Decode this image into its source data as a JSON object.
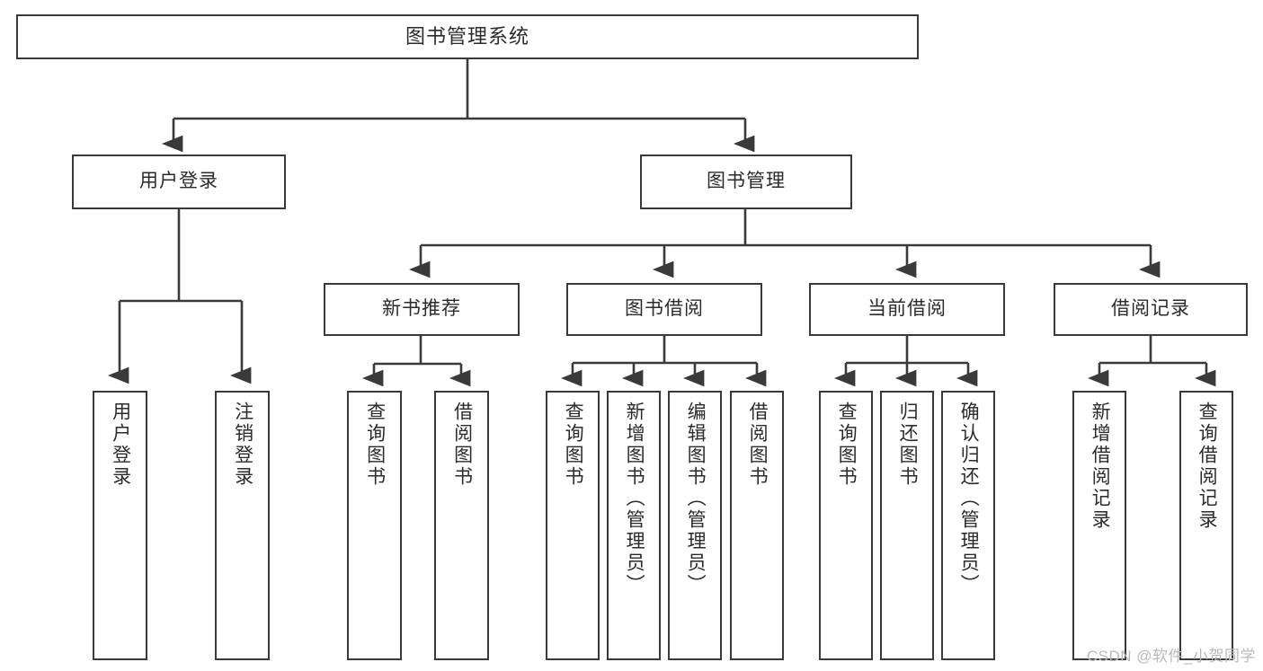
{
  "diagram": {
    "title": "图书管理系统",
    "type": "tree",
    "colors": {
      "box_border": "#3a3a3a",
      "box_fill": "#ffffff",
      "line": "#3a3a3a",
      "text": "#2b2b2b",
      "watermark": "#b9b9b9"
    },
    "root": {
      "label": "图书管理系统"
    },
    "level2": [
      {
        "label": "用户登录"
      },
      {
        "label": "图书管理"
      }
    ],
    "level3": [
      {
        "label": "新书推荐"
      },
      {
        "label": "图书借阅"
      },
      {
        "label": "当前借阅"
      },
      {
        "label": "借阅记录"
      }
    ],
    "leaves": {
      "user_login": [
        {
          "label": "用户登录"
        },
        {
          "label": "注销登录"
        }
      ],
      "new_book_recommend": [
        {
          "label": "查询图书"
        },
        {
          "label": "借阅图书"
        }
      ],
      "book_borrow": [
        {
          "label": "查询图书"
        },
        {
          "label": "新增图书（管理员）"
        },
        {
          "label": "编辑图书（管理员）"
        },
        {
          "label": "借阅图书"
        }
      ],
      "current_borrow": [
        {
          "label": "查询图书"
        },
        {
          "label": "归还图书"
        },
        {
          "label": "确认归还（管理员）"
        }
      ],
      "borrow_record": [
        {
          "label": "新增借阅记录"
        },
        {
          "label": "查询借阅记录"
        }
      ]
    },
    "watermark": "CSDN @软件_小贺同学"
  }
}
